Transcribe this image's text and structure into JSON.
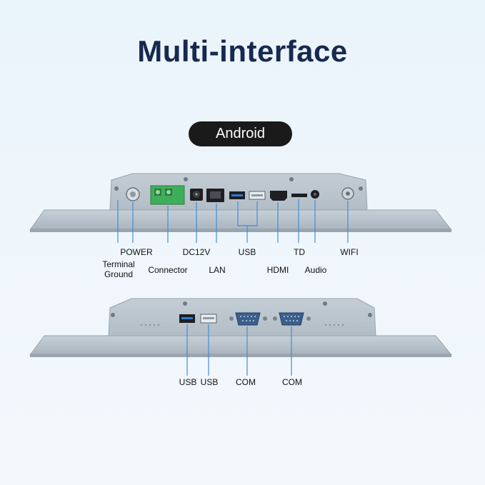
{
  "title": "Multi-interface",
  "badge": "Android",
  "panel_top": {
    "labels": {
      "terminal_ground_line1": "Terminal",
      "terminal_ground_line2": "Ground",
      "power": "POWER",
      "connector": "Connector",
      "dc12v": "DC12V",
      "lan": "LAN",
      "usb": "USB",
      "hdmi": "HDMI",
      "td": "TD",
      "audio": "Audio",
      "wifi": "WIFI"
    }
  },
  "panel_bottom": {
    "labels": {
      "usb1": "USB",
      "usb2": "USB",
      "com1": "COM",
      "com2": "COM"
    }
  },
  "colors": {
    "title": "#17294f",
    "badge_bg": "#1a1a1a",
    "leader_line": "#3f8fd8",
    "panel_body": "#b9c4cd",
    "terminal_green": "#3fae5a"
  }
}
